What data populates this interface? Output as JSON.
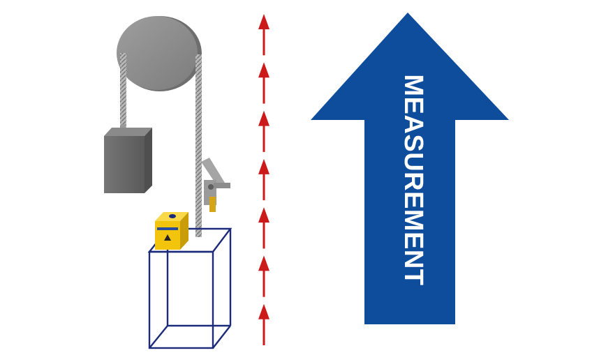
{
  "measurement_arrow": {
    "label": "MEASUREMENT",
    "color": "#0e4c9c",
    "label_color": "#ffffff"
  },
  "direction_arrows": {
    "count": 7,
    "color": "#cc1a1a",
    "direction": "up"
  },
  "elevator": {
    "sheave_color": "#8e8e8e",
    "counterweight_color": "#6f6f6f",
    "rope_color": "#a9a9a9",
    "car_frame_color": "#1c2a7a",
    "device_color": "#f2c40c"
  }
}
